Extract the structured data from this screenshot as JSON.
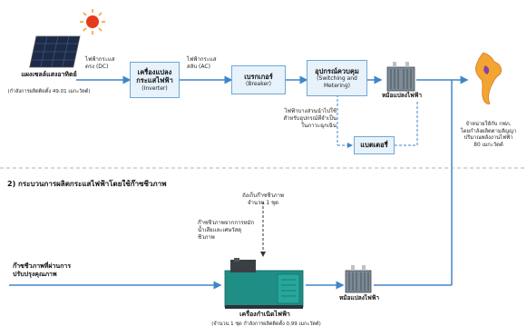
{
  "top": {
    "solar_label": "แผงเซลล์แสงอาทิตย์",
    "solar_sub": "(กำลังการผลิตติดตั้ง 49.01 เมกะวัตต์)",
    "dc_label": [
      "ไฟฟ้ากระแส",
      "ตรง (DC)"
    ],
    "inverter": {
      "title": "เครื่องแปลงกระแสไฟฟ้า",
      "sub": "(Inverter)"
    },
    "ac_label": [
      "ไฟฟ้ากระแส",
      "สลับ (AC)"
    ],
    "breaker": {
      "title": "เบรกเกอร์",
      "sub": "(Breaker)"
    },
    "switching": {
      "title": "อุปกรณ์ควบคุม",
      "sub": "(Switching and Metering)"
    },
    "transformer_label": "หม้อแปลงไฟฟ้า",
    "internal_note": [
      "ไฟฟ้าบางส่วนนำไปใช้",
      "สำหรับอุปกรณ์ที่จำเป็น",
      "ในภาวะฉุกเฉิน"
    ],
    "breaker2": {
      "title": "แบตเตอรี่"
    },
    "grid_note": [
      "จำหน่ายให้กับ กฟภ.",
      "โดยกำลังผลิตตามสัญญา",
      "ปริมาณพลังงานไฟฟ้า",
      "80 เมกะวัตต์"
    ]
  },
  "bottom": {
    "section_title": "2) กระบวนการผลิตกระแสไฟฟ้าโดยใช้ก๊าซชีวภาพ",
    "storage_label": [
      "ถังเก็บก๊าซชีวภาพ",
      "จำนวน 1 ชุด"
    ],
    "biogas_note": [
      "ก๊าซชีวภาพจากการหมัก",
      "น้ำเสียและเศษวัสดุ",
      "ชีวภาพ"
    ],
    "input_label": [
      "ก๊าซชีวภาพที่ผ่านการ",
      "ปรับปรุงคุณภาพ"
    ],
    "generator_label": "เครื่องกำเนิดไฟฟ้า",
    "generator_sub": "(จำนวน 1 ชุด กำลังการผลิตติดตั้ง 0.99 เมกะวัตต์)",
    "transformer_label": "หม้อแปลงไฟฟ้า"
  }
}
